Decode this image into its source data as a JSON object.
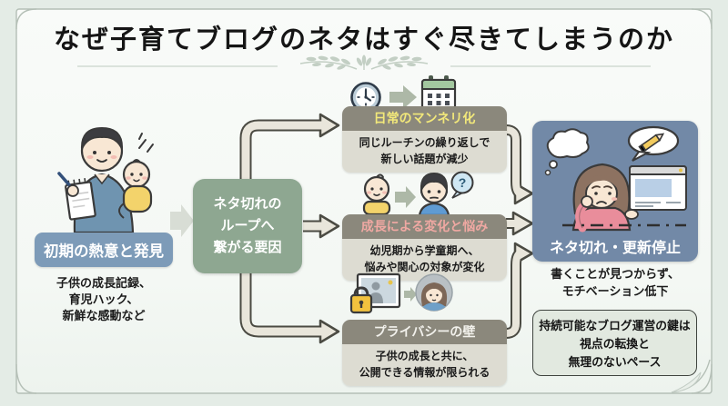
{
  "title": "なぜ子育てブログのネタはすぐ尽きてしまうのか",
  "left": {
    "badge": "初期の熱意と発見",
    "desc": [
      "子供の成長記録、",
      "育児ハック、",
      "新鮮な感動など"
    ]
  },
  "center": {
    "box_lines": [
      "ネタ切れの",
      "ループへ",
      "繋がる要因"
    ]
  },
  "branches": [
    {
      "header": "日常のマンネリ化",
      "header_color": "#f2e87a",
      "body": [
        "同じルーチンの繰り返しで",
        "新しい話題が減少"
      ],
      "icons": [
        "clock-icon",
        "calendar-icon"
      ]
    },
    {
      "header": "成長による変化と悩み",
      "header_color": "#efa8a2",
      "body": [
        "幼児期から学童期へ、",
        "悩みや関心の対象が変化"
      ],
      "bubble": "?",
      "icons": [
        "baby-icon",
        "child-question-icon"
      ]
    },
    {
      "header": "プライバシーの壁",
      "header_color": "#f2f1ec",
      "body": [
        "子供の成長と共に、",
        "公開できる情報が限られる"
      ],
      "icons": [
        "locked-photo-icon",
        "girl-avatar-icon"
      ]
    }
  ],
  "result": {
    "badge": "ネタ切れ・更新停止",
    "desc": [
      "書くことが見つからず、",
      "モチベーション低下"
    ]
  },
  "conclusion": [
    "持続可能なブログ運営の鍵は",
    "視点の転換と",
    "無理のないペース"
  ],
  "colors": {
    "left_badge": "#7d9bb8",
    "cause_box": "#8ea791",
    "card_header_bg": "#8b887c",
    "result_box": "#7289a7",
    "arrow_fill": "#e9e6db",
    "arrow_outline": "#4b4b43"
  },
  "illustrations": [
    "parent-with-baby-and-notepad",
    "worried-blogger-woman"
  ]
}
